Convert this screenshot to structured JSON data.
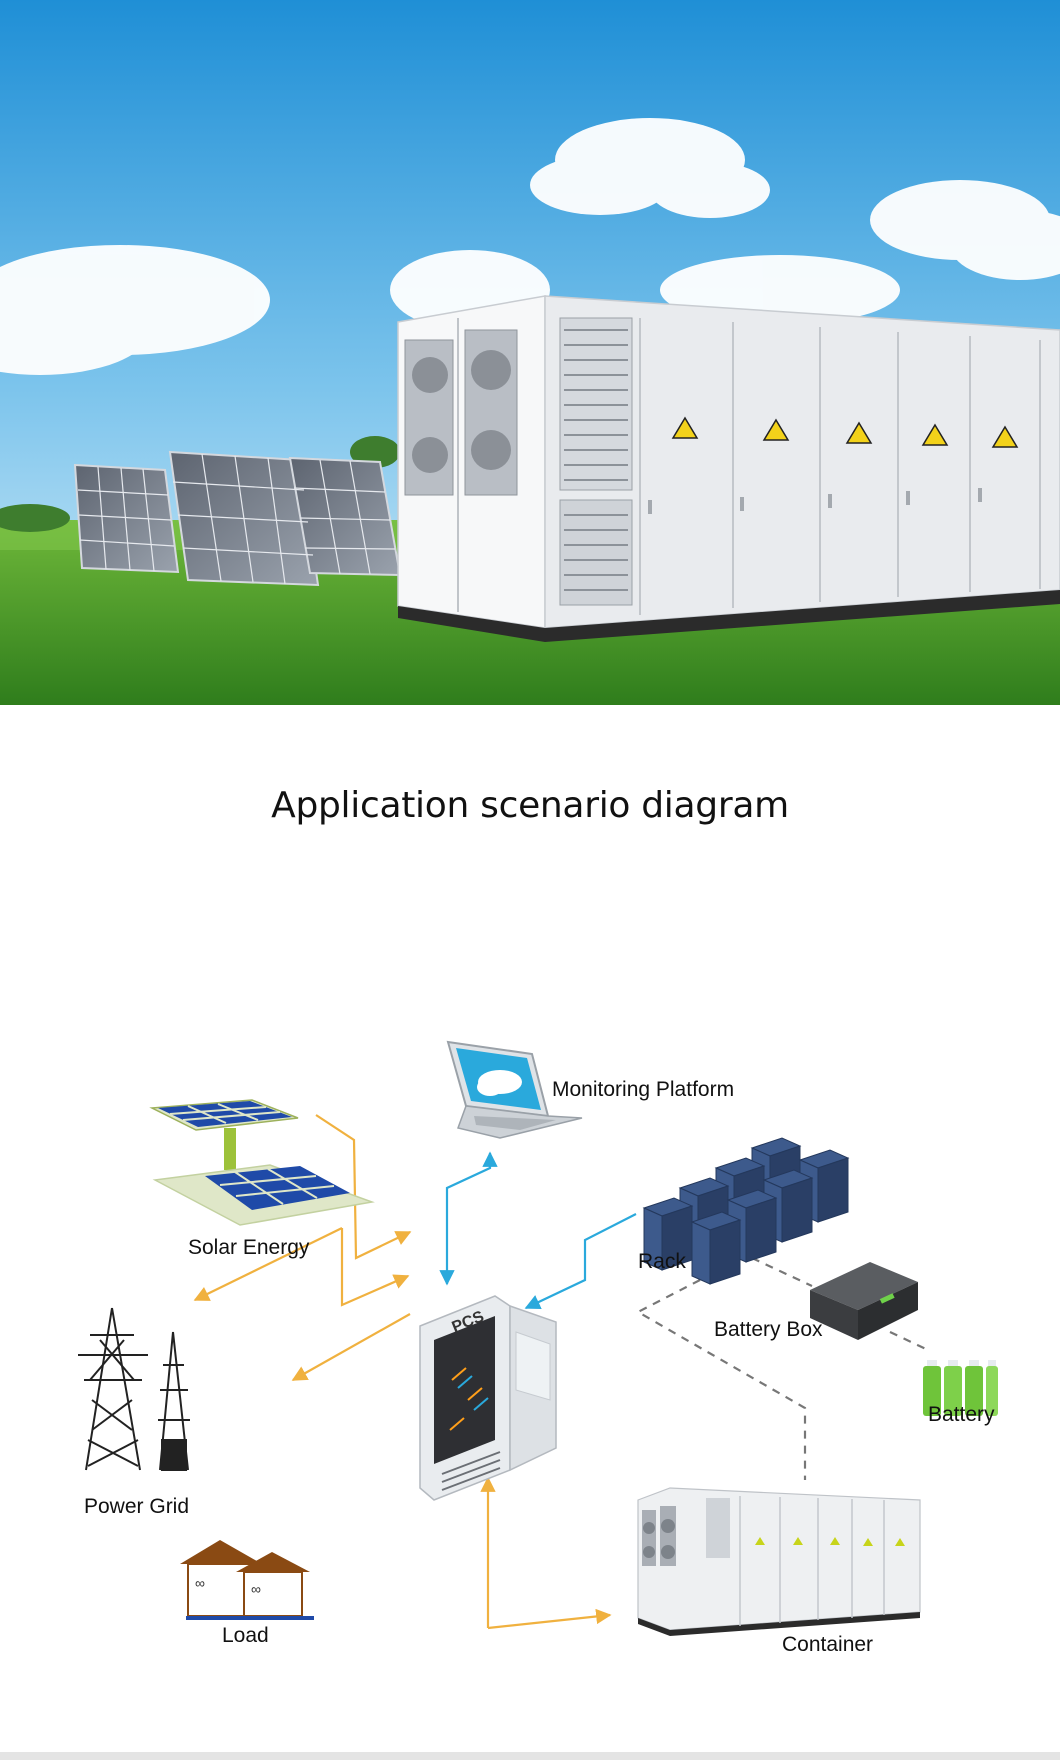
{
  "title": "Application scenario diagram",
  "hero": {
    "icons": [
      "sky",
      "cloud",
      "solar-panel-array",
      "energy-storage-container",
      "warning-icon",
      "grass"
    ]
  },
  "diagram": {
    "nodes": {
      "monitoring": "Monitoring Platform",
      "solar": "Solar Energy",
      "rack": "Rack",
      "battery_box": "Battery Box",
      "battery": "Battery",
      "power_grid": "Power Grid",
      "load": "Load",
      "container": "Container",
      "pcs": "PCS"
    },
    "colors": {
      "power_flow": "#f0b13f",
      "data_flow": "#2aa9dc",
      "link_dashed": "#777777"
    }
  }
}
